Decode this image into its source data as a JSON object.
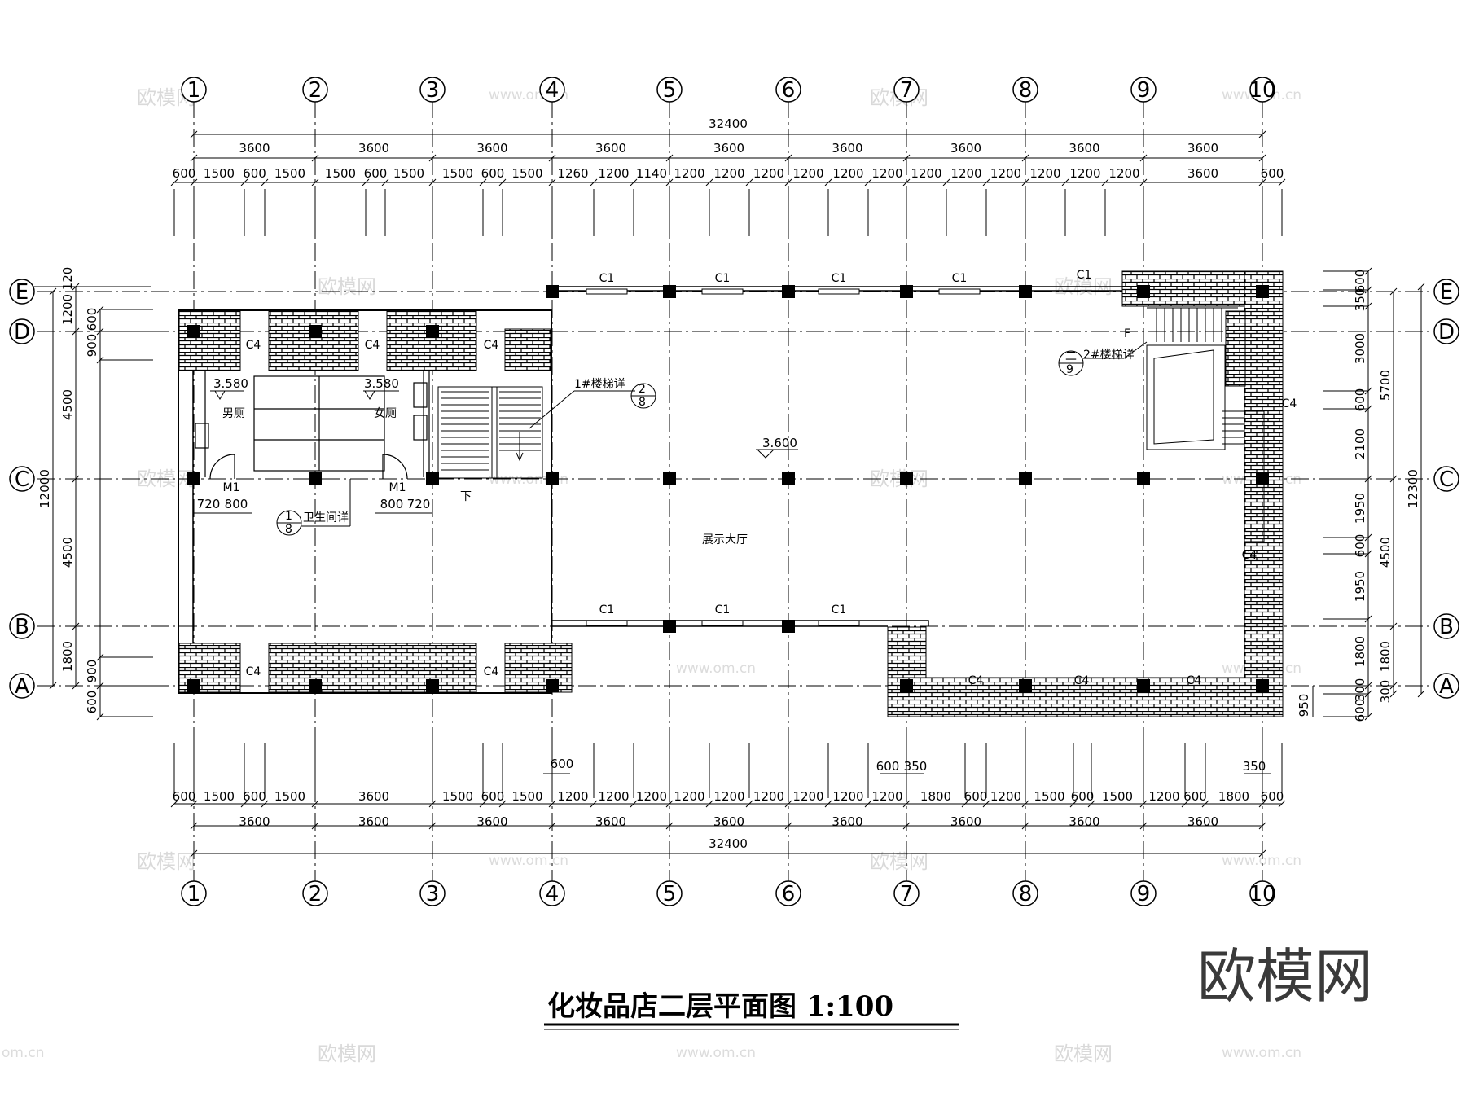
{
  "title": "化妆品店二层平面图  1:100",
  "logo": "欧模网",
  "watermarks": {
    "brand": "欧模网",
    "site": "www.om.cn",
    "site_short": "om.cn"
  },
  "grid_x": [
    "1",
    "2",
    "3",
    "4",
    "5",
    "6",
    "7",
    "8",
    "9",
    "10"
  ],
  "grid_y": [
    "E",
    "D",
    "C",
    "B",
    "A"
  ],
  "dims_top": {
    "total": "32400",
    "bays": [
      "3600",
      "3600",
      "3600",
      "3600",
      "3600",
      "3600",
      "3600",
      "3600",
      "3600"
    ],
    "details": [
      "600",
      "1500",
      "600",
      "1500",
      "1500",
      "600",
      "1500",
      "1500",
      "600",
      "1500",
      "1260",
      "1200",
      "1140",
      "1200",
      "1200",
      "1200",
      "1200",
      "1200",
      "1200",
      "1200",
      "1200",
      "1200",
      "1200",
      "1200",
      "1200",
      "3600",
      "600"
    ]
  },
  "dims_bottom": {
    "total": "32400",
    "bays": [
      "3600",
      "3600",
      "3600",
      "3600",
      "3600",
      "3600",
      "3600",
      "3600",
      "3600"
    ],
    "details": [
      "600",
      "1500",
      "600",
      "1500",
      "3600",
      "1500",
      "600",
      "1500",
      "1200",
      "1200",
      "1200",
      "1200",
      "1200",
      "1200",
      "1200",
      "1200",
      "1200",
      "1800",
      "600",
      "1200",
      "1500",
      "600",
      "1500",
      "1200",
      "600",
      "1800",
      "600"
    ],
    "extra": [
      "600",
      "600",
      "350",
      "350"
    ]
  },
  "dims_left": {
    "total": "12000",
    "bays": [
      "1200",
      "4500",
      "4500",
      "1800"
    ],
    "details": [
      "120",
      "600",
      "900",
      "900",
      "600"
    ]
  },
  "dims_right": {
    "total": "12300",
    "bays": [
      "5700",
      "4500",
      "1800",
      "300"
    ],
    "details": [
      "600",
      "350",
      "3000",
      "600",
      "2100",
      "1950",
      "600",
      "1950",
      "1800",
      "300",
      "600",
      "950"
    ]
  },
  "labels": {
    "window_c1": "C1",
    "window_c4": "C4",
    "door_m1": "M1",
    "mens_room": "男厕",
    "womens_room": "女厕",
    "hall": "展示大厅",
    "down": "下",
    "stair1": "1#楼梯详",
    "stair1_ref_top": "2",
    "stair1_ref_bottom": "8",
    "stair2": "2#楼梯详",
    "stair2_ref_top": "二",
    "stair2_ref_bottom": "9",
    "toilet_detail": "卫生间详",
    "toilet_ref_top": "1",
    "toilet_ref_bottom": "8",
    "level_toilet": "3.580",
    "level_hall": "3.600",
    "stair_up": "F"
  }
}
